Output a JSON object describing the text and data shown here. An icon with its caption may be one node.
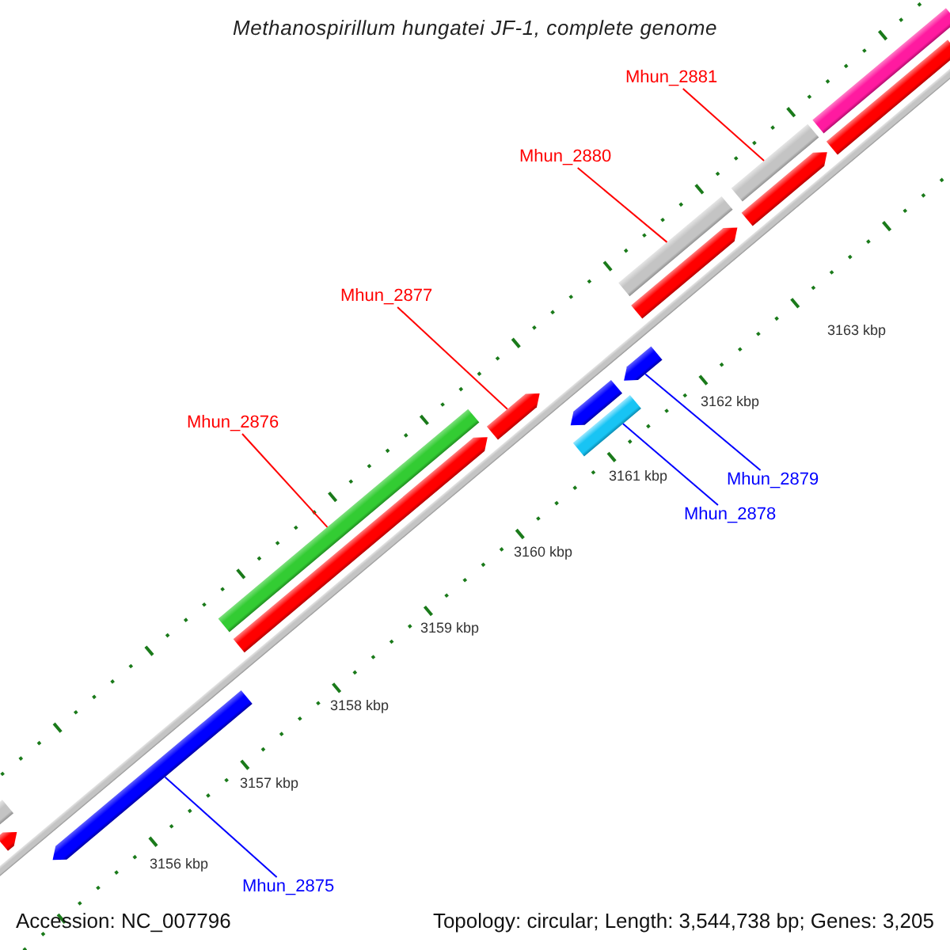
{
  "diagram": {
    "title": "Methanospirillum hungatei JF-1, complete genome",
    "nodes": [
      {
        "text": [
          "Mhun_2881"
        ]
      },
      {
        "text": [
          "Mhun_2880"
        ]
      },
      {
        "text": [
          "Mhun_2877"
        ]
      },
      {
        "text": [
          "Mhun_2876"
        ]
      },
      {
        "text": [
          "Mhun_2879"
        ]
      },
      {
        "text": [
          "Mhun_2878"
        ]
      },
      {
        "text": [
          "Mhun_2875"
        ]
      },
      {
        "text": [],
        "shape": "bar"
      },
      {
        "text": [],
        "shape": "bar"
      },
      {
        "text": [],
        "shape": "arrow"
      },
      {
        "text": [],
        "shape": "bar"
      },
      {
        "text": [],
        "shape": "arrow"
      },
      {
        "text": [],
        "shape": "bar"
      },
      {
        "text": [],
        "shape": "arrow"
      },
      {
        "text": [],
        "shape": "arrow"
      },
      {
        "text": [],
        "shape": "arrow"
      },
      {
        "text": [],
        "shape": "arrow"
      },
      {
        "text": [],
        "shape": "bar"
      },
      {
        "text": [],
        "shape": "bar"
      },
      {
        "text": [],
        "shape": "bar"
      },
      {
        "text": [],
        "shape": "arrow"
      },
      {
        "text": [],
        "shape": "arrow"
      }
    ],
    "edges": [
      {
        "from": 0,
        "to": 7,
        "arrow": "none",
        "color": "#ff0000"
      },
      {
        "from": 1,
        "to": 8,
        "arrow": "none",
        "color": "#ff0000"
      },
      {
        "from": 2,
        "to": 9,
        "arrow": "none",
        "color": "#ff0000"
      },
      {
        "from": 3,
        "to": 10,
        "arrow": "none",
        "color": "#ff0000"
      },
      {
        "from": 4,
        "to": 11,
        "arrow": "none",
        "color": "#0000ff"
      },
      {
        "from": 5,
        "to": 12,
        "arrow": "none",
        "color": "#0000ff"
      },
      {
        "from": 6,
        "to": 13,
        "arrow": "none",
        "color": "#0000ff"
      }
    ],
    "labels": [
      "3163 kbp",
      "3162 kbp",
      "3161 kbp",
      "3160 kbp",
      "3159 kbp",
      "3158 kbp",
      "3157 kbp",
      "3156 kbp",
      "Accession: NC_007796",
      "Topology: circular; Length: 3,544,738 bp; Genes: 3,205"
    ]
  }
}
